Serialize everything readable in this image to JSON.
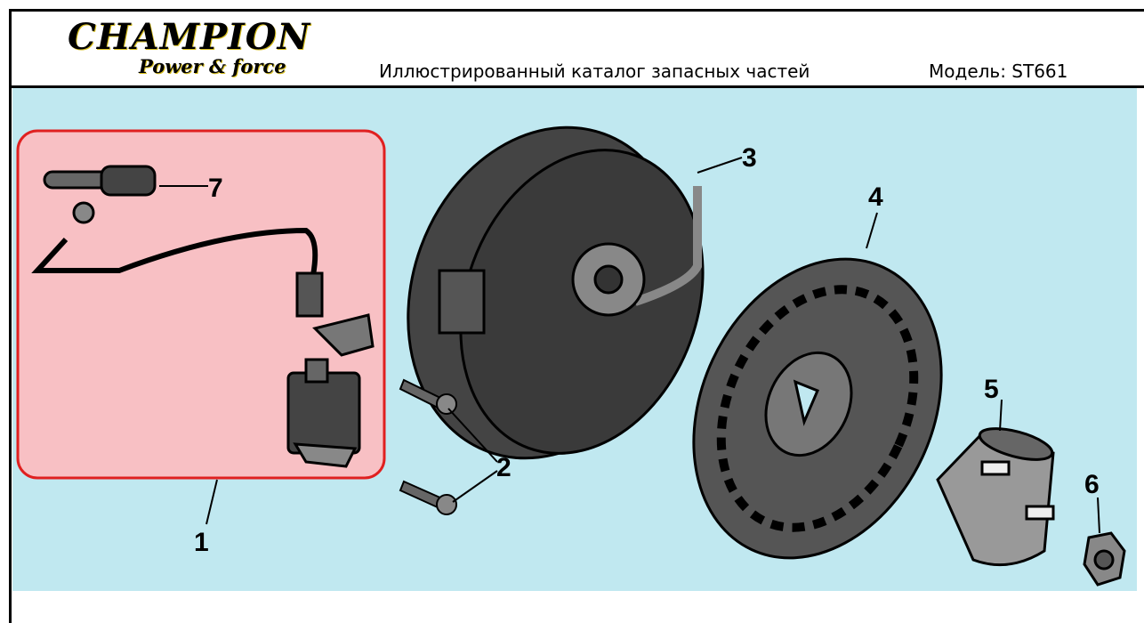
{
  "header": {
    "logo_brand": "CHAMPION",
    "logo_tagline": "Power & force",
    "title": "Иллюстрированный каталог запасных частей",
    "model": "Модель: ST661"
  },
  "diagram": {
    "highlight_color": "#f8c0c4",
    "background_color": "#c0e8f0",
    "callouts": [
      "1",
      "2",
      "3",
      "4",
      "5",
      "6",
      "7"
    ]
  }
}
